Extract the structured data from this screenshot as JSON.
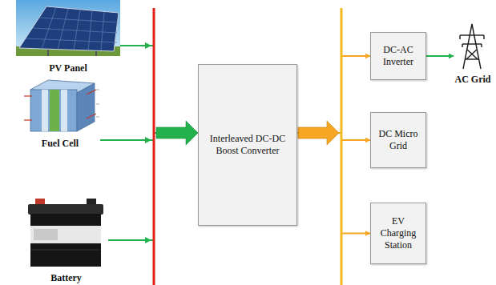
{
  "diagram": {
    "nodes": [
      {
        "text": [
          "PV Panel"
        ]
      },
      {
        "text": [
          "Fuel Cell"
        ]
      },
      {
        "text": [
          "Battery"
        ]
      },
      {
        "text": [
          "Interleaved DC-DC Boost Converter"
        ]
      },
      {
        "text": [
          "DC-AC Inverter"
        ]
      },
      {
        "text": [
          "AC Grid"
        ]
      },
      {
        "text": [
          "DC Micro Grid"
        ]
      },
      {
        "text": [
          "EV Charging Station"
        ]
      }
    ],
    "edges": [
      {
        "from": 0,
        "to": 3,
        "arrow": "to"
      },
      {
        "from": 1,
        "to": 3,
        "arrow": "to"
      },
      {
        "from": 2,
        "to": 3,
        "arrow": "to"
      },
      {
        "from": 3,
        "to": 4,
        "arrow": "to"
      },
      {
        "from": 3,
        "to": 6,
        "arrow": "to"
      },
      {
        "from": 3,
        "to": 7,
        "arrow": "to"
      },
      {
        "from": 4,
        "to": 5,
        "arrow": "to"
      }
    ]
  }
}
